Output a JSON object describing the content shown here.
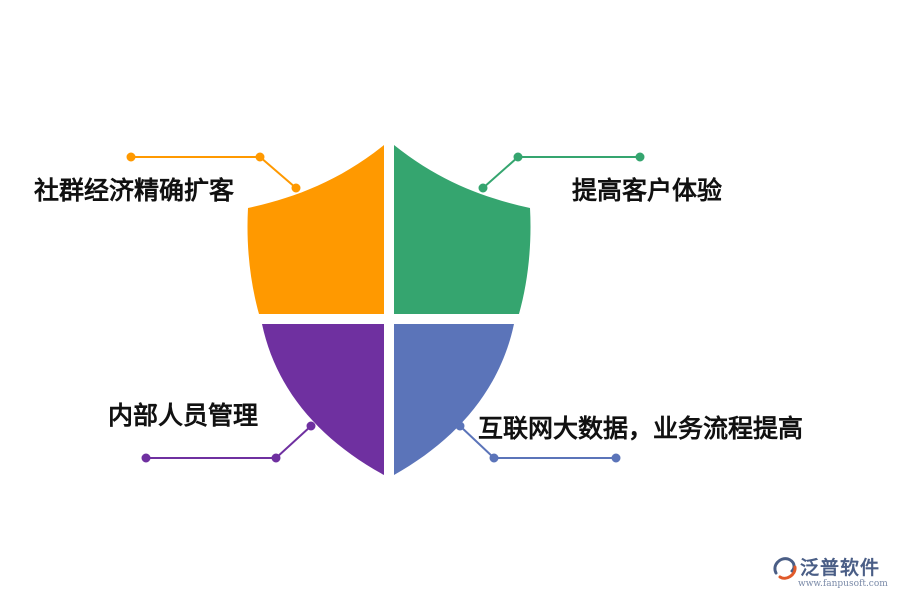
{
  "quadrants": [
    {
      "id": "tl",
      "label": "社群经济精确扩客",
      "color": "#FF9900"
    },
    {
      "id": "tr",
      "label": "提高客户体验",
      "color": "#35A56F"
    },
    {
      "id": "bl",
      "label": "内部人员管理",
      "color": "#6F30A0"
    },
    {
      "id": "br",
      "label": "互联网大数据，业务流程提高",
      "color": "#5B74B9"
    }
  ],
  "logo": {
    "name": "泛普软件",
    "url": "www.fanpusoft.com",
    "icon": "swirl-logo-icon"
  }
}
